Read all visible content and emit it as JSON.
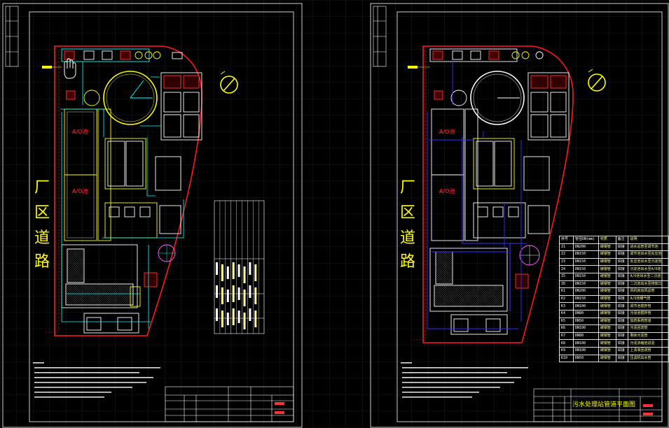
{
  "colors": {
    "background": "#000000",
    "grid": "#3a3a3a",
    "frame": "#ffffff",
    "boundary": "#ff1a1a",
    "road_text": "#ffff00",
    "structure": "#ffff00",
    "pipe_cyan": "#00ffff",
    "pipe_blue": "#3030ff",
    "building": "#ffffff",
    "area_text": "#ff3333"
  },
  "sheets": [
    {
      "road_label": [
        "厂",
        "区",
        "道",
        "路"
      ],
      "area_labels": [
        "A/O池",
        "A/O池"
      ],
      "icons": [
        "hand-pointer-icon",
        "north-arrow-icon"
      ]
    },
    {
      "road_label": [
        "厂",
        "区",
        "道",
        "路"
      ],
      "area_labels": [
        "A/O池",
        "A/O池"
      ],
      "title_block_title": "污水处理站管道平面图",
      "icons": [
        "north-arrow-icon"
      ],
      "pipe_table": [
        [
          "序号",
          "管径DN(mm)",
          "材质",
          "备注",
          "说明"
        ],
        [
          "Z1",
          "DN200",
          "碳钢管",
          "焊接",
          "进水总管至调节池"
        ],
        [
          "Z2",
          "DN150",
          "碳钢管",
          "焊接",
          "调节池出水至反应池"
        ],
        [
          "Z3",
          "DN150",
          "碳钢管",
          "焊接",
          "反应池出水至沉淀池"
        ],
        [
          "Z4",
          "DN150",
          "碳钢管",
          "焊接",
          "沉淀池出水至A/O池"
        ],
        [
          "Z5",
          "DN150",
          "碳钢管",
          "焊接",
          "A/O池出水至二沉池"
        ],
        [
          "Z6",
          "DN150",
          "碳钢管",
          "焊接",
          "二沉池出水至排放口"
        ],
        [
          "K1",
          "DN200",
          "碳钢管",
          "焊接",
          "风机房出风总管"
        ],
        [
          "K2",
          "DN150",
          "碳钢管",
          "焊接",
          "A/O池曝气管"
        ],
        [
          "K3",
          "DN100",
          "碳钢管",
          "焊接",
          "调节池搅拌管"
        ],
        [
          "K4",
          "DN80",
          "碳钢管",
          "焊接",
          "污泥池搅拌管"
        ],
        [
          "K5",
          "DN50",
          "碳钢管",
          "焊接",
          "加药系统管道"
        ],
        [
          "K6",
          "DN100",
          "碳钢管",
          "焊接",
          "污泥回流管"
        ],
        [
          "K7",
          "DN80",
          "碳钢管",
          "焊接",
          "剩余污泥管"
        ],
        [
          "K8",
          "DN100",
          "碳钢管",
          "焊接",
          "污泥浓缩池进泥"
        ],
        [
          "K9",
          "DN100",
          "碳钢管",
          "焊接",
          "上清液回流管"
        ],
        [
          "K10",
          "DN50",
          "碳钢管",
          "焊接",
          "压滤机出水管"
        ]
      ]
    }
  ]
}
